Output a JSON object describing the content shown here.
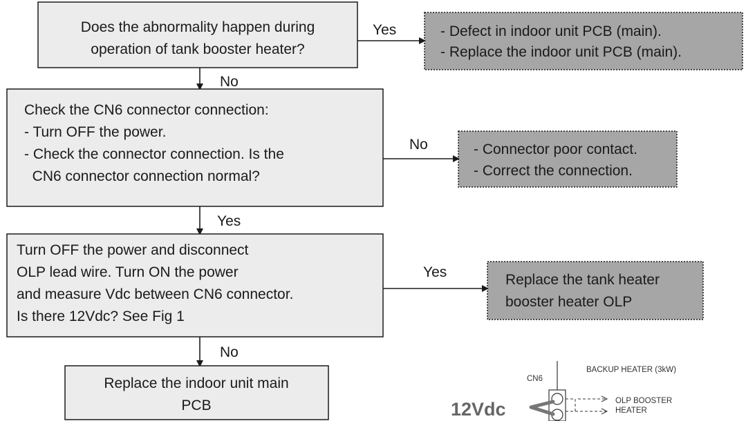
{
  "colors": {
    "decision_fill": "#ececec",
    "result_fill": "#a6a6a6",
    "stroke": "#1a1a1a"
  },
  "boxes": {
    "q1": [
      "Does the abnormality happen during",
      "operation of tank booster heater?"
    ],
    "r1": [
      "- Defect in indoor unit PCB (main).",
      "- Replace the indoor unit PCB (main)."
    ],
    "q2": [
      "Check the CN6 connector connection:",
      "- Turn OFF the power.",
      "- Check the connector connection. Is the",
      "  CN6 connector connection normal?"
    ],
    "r2": [
      "- Connector poor contact.",
      "- Correct the connection."
    ],
    "q3": [
      "Turn OFF the power and disconnect",
      "OLP lead wire. Turn ON the power",
      "and measure Vdc between CN6 connector.",
      "Is there 12Vdc? See Fig 1"
    ],
    "r3": [
      "Replace the tank heater",
      "booster heater OLP"
    ],
    "end": [
      "Replace the indoor unit main",
      "PCB"
    ]
  },
  "labels": {
    "q1_yes": "Yes",
    "q1_no": "No",
    "q2_no": "No",
    "q2_yes": "Yes",
    "q3_yes": "Yes",
    "q3_no": "No"
  },
  "figure": {
    "cn6": "CN6",
    "backup_heater": "BACKUP HEATER (3kW)",
    "olp_line1": "OLP BOOSTER",
    "olp_line2": "HEATER",
    "voltage": "12Vdc"
  }
}
